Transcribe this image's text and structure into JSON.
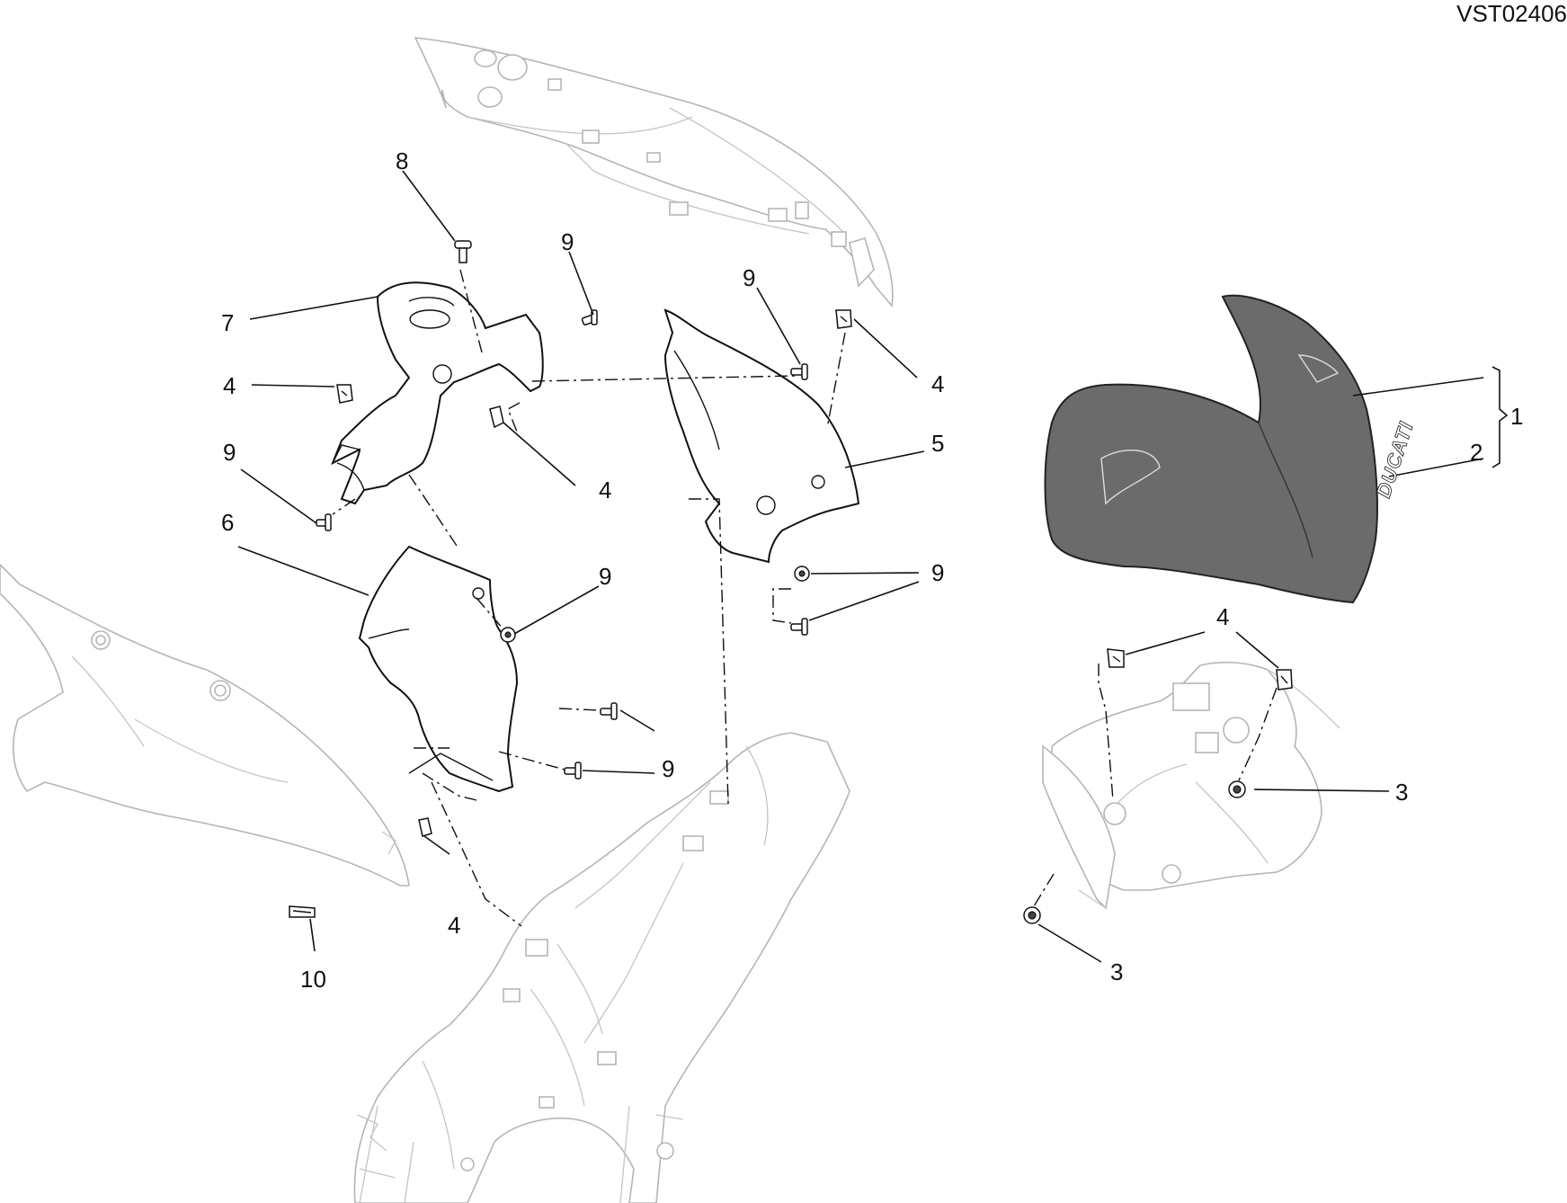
{
  "diagram_code": "VST02406",
  "callouts": [
    {
      "id": "c1",
      "text": "1"
    },
    {
      "id": "c2",
      "text": "2"
    },
    {
      "id": "c3a",
      "text": "3"
    },
    {
      "id": "c3b",
      "text": "3"
    },
    {
      "id": "c4a",
      "text": "4"
    },
    {
      "id": "c4b",
      "text": "4"
    },
    {
      "id": "c4c",
      "text": "4"
    },
    {
      "id": "c4d",
      "text": "4"
    },
    {
      "id": "c4e",
      "text": "4"
    },
    {
      "id": "c5",
      "text": "5"
    },
    {
      "id": "c6",
      "text": "6"
    },
    {
      "id": "c7",
      "text": "7"
    },
    {
      "id": "c8",
      "text": "8"
    },
    {
      "id": "c9a",
      "text": "9"
    },
    {
      "id": "c9b",
      "text": "9"
    },
    {
      "id": "c9c",
      "text": "9"
    },
    {
      "id": "c9d",
      "text": "9"
    },
    {
      "id": "c9e",
      "text": "9"
    },
    {
      "id": "c9f",
      "text": "9"
    },
    {
      "id": "c10",
      "text": "10"
    }
  ],
  "logo_text": "DUCATI",
  "colors": {
    "line": "#111111",
    "pale_line": "#b5b5b5",
    "windscreen_fill": "#6b6b6b",
    "background": "#ffffff"
  }
}
